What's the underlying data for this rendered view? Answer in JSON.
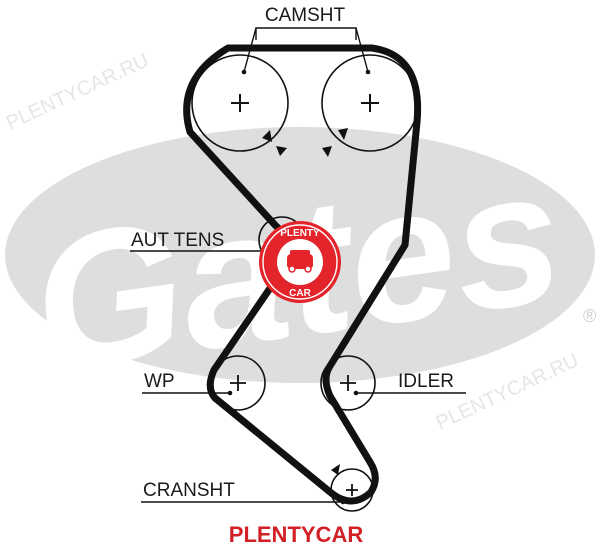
{
  "labels": {
    "camshaft": "CAMSHT",
    "auto_tensioner": "AUT TENS",
    "water_pump": "WP",
    "idler": "IDLER",
    "crankshaft": "CRANSHT"
  },
  "watermark": {
    "brand": "Gates",
    "registered_mark": "®",
    "repeat_text": "PLENTYCAR.RU"
  },
  "seal": {
    "top_text": "PLENTY",
    "bottom_text": "CAR"
  },
  "footer": {
    "brand_label": "PLENTYCAR"
  },
  "colors": {
    "belt": "#111111",
    "watermark": "#dcdcdc",
    "seal": "#e4242b",
    "brand": "#d32027"
  }
}
